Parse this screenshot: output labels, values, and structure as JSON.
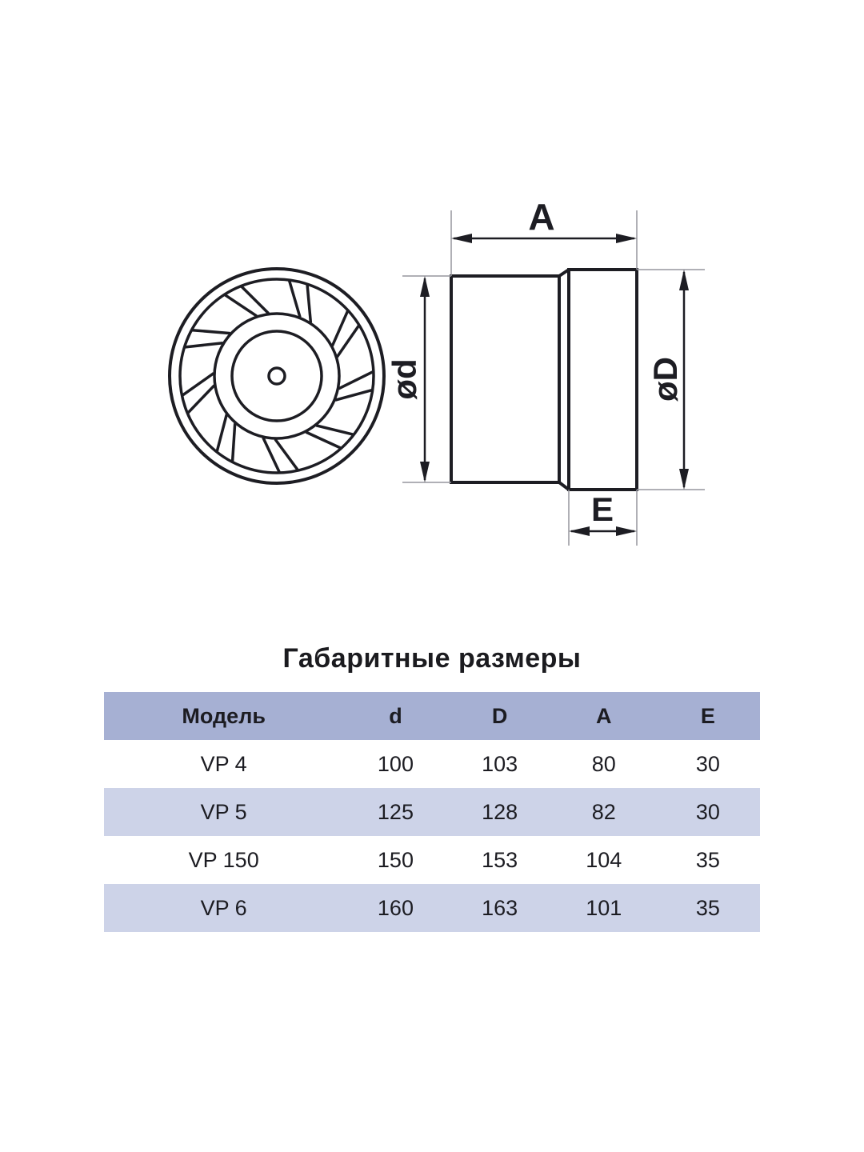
{
  "drawing": {
    "labels": {
      "length": "A",
      "duct_diameter": "ød",
      "flange_diameter": "øD",
      "flange_width": "E"
    },
    "line_color": "#1d1d23",
    "extension_line_color": "#95959d"
  },
  "section": {
    "title": "Габаритные размеры"
  },
  "table": {
    "header_bg": "#a6b0d3",
    "alt_row_bg": "#cdd3e8",
    "headers": [
      "Модель",
      "d",
      "D",
      "A",
      "E"
    ],
    "rows": [
      {
        "model": "VP 4",
        "d": "100",
        "D": "103",
        "A": "80",
        "E": "30"
      },
      {
        "model": "VP 5",
        "d": "125",
        "D": "128",
        "A": "82",
        "E": "30"
      },
      {
        "model": "VP 150",
        "d": "150",
        "D": "153",
        "A": "104",
        "E": "35"
      },
      {
        "model": "VP 6",
        "d": "160",
        "D": "163",
        "A": "101",
        "E": "35"
      }
    ]
  }
}
